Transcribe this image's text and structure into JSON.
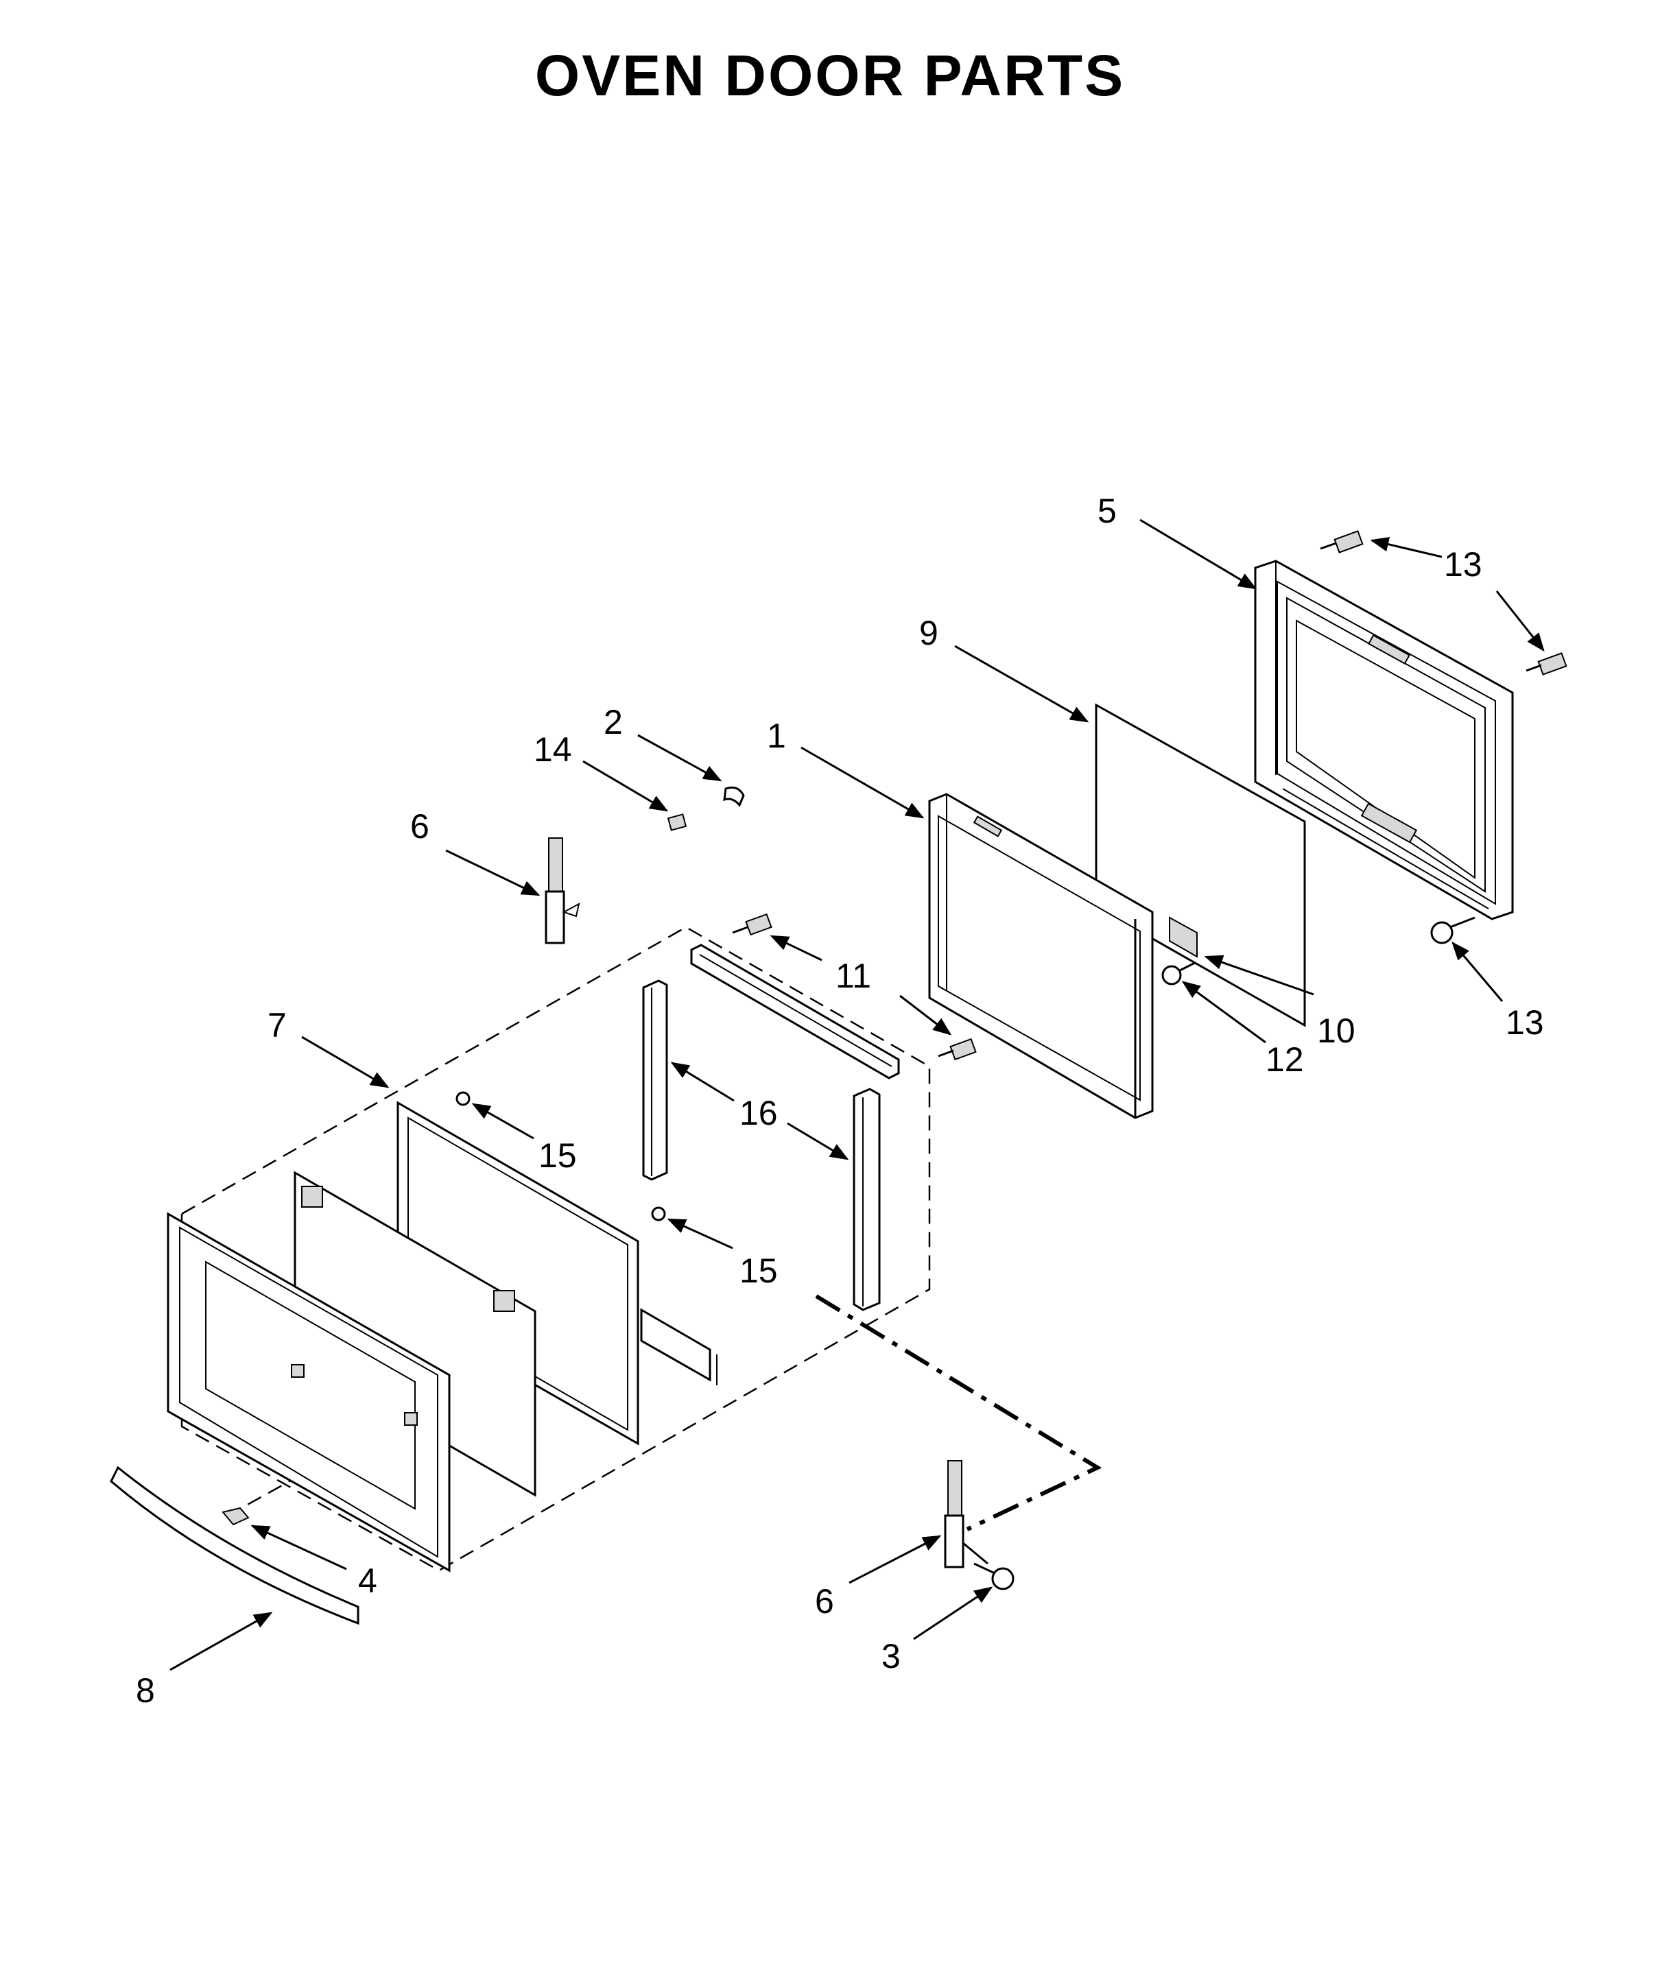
{
  "title": "OVEN DOOR PARTS",
  "callouts": {
    "c1": "1",
    "c2": "2",
    "c3": "3",
    "c4": "4",
    "c5": "5",
    "c6a": "6",
    "c6b": "6",
    "c7": "7",
    "c8": "8",
    "c9": "9",
    "c10": "10",
    "c11": "11",
    "c12": "12",
    "c13a": "13",
    "c13b": "13",
    "c14": "14",
    "c15a": "15",
    "c15b": "15",
    "c16": "16"
  }
}
